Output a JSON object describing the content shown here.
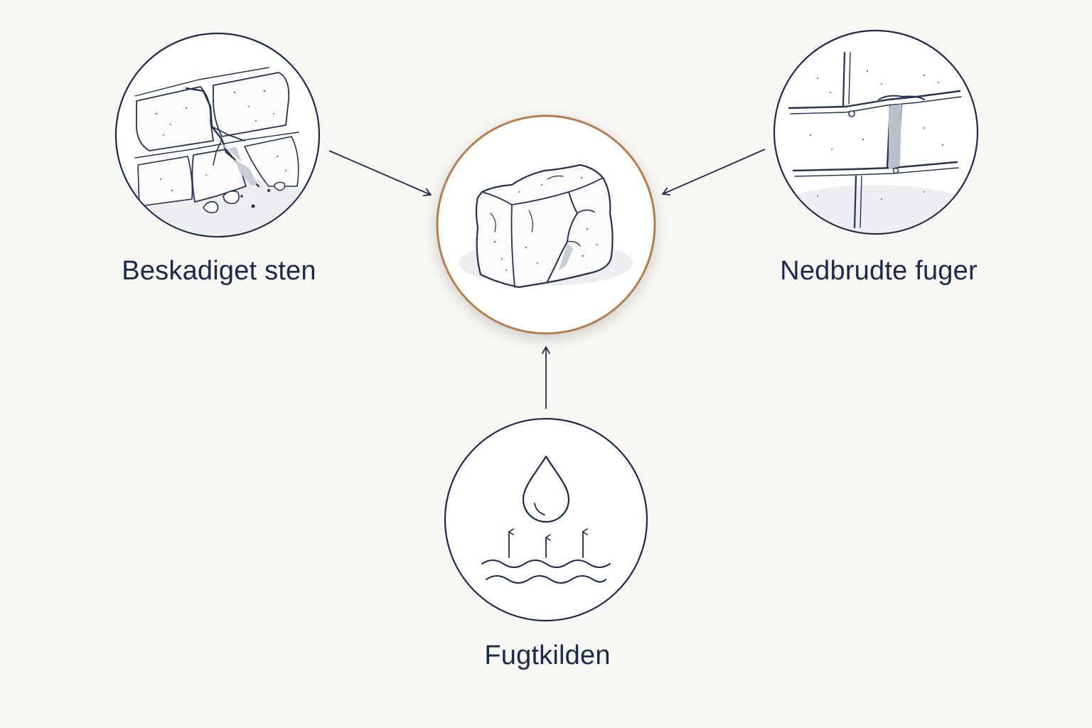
{
  "diagram": {
    "nodes": {
      "left": {
        "label": "Beskadiget sten",
        "icon": "cracked-stone-wall-icon"
      },
      "right": {
        "label": "Nedbrudte fuger",
        "icon": "eroded-mortar-joints-icon"
      },
      "bottom": {
        "label": "Fugtkilden",
        "icon": "rising-moisture-icon"
      },
      "center": {
        "label": "",
        "icon": "crumbling-stone-block-icon"
      }
    },
    "edges": [
      {
        "from": "left",
        "to": "center"
      },
      {
        "from": "right",
        "to": "center"
      },
      {
        "from": "bottom",
        "to": "center"
      }
    ]
  },
  "colors": {
    "background": "#f8f7f4",
    "ink": "#1b2a4a",
    "center_ring": "#b07f4f"
  }
}
